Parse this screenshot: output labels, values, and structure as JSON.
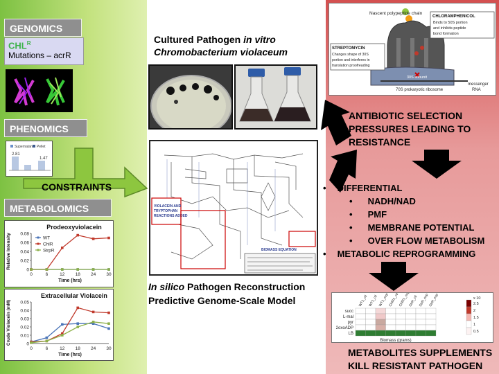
{
  "left": {
    "genomics_label": "GENOMICS",
    "chl_main": "CHL",
    "chl_sup": "R",
    "mutations": "Mutations – acrR",
    "phenomics_label": "PHENOMICS",
    "pheno_legend": [
      "Supernatant",
      "Pellet"
    ],
    "pheno_values": [
      "2.81",
      "1.47"
    ],
    "metabolomics_label": "METABOLOMICS",
    "constraints_label": "CONSTRAINTS"
  },
  "center": {
    "cultured_line1_a": "Cultured Pathogen ",
    "cultured_line1_b": "in vitro",
    "cultured_line2": "Chromobacterium violaceum",
    "network_label1": "VIOLACEIN AND TRYPTOPHAN REACTIONS ADDED",
    "network_label2": "BIOMASS EQUATION",
    "insilico_a": "In silico",
    "insilico_b": " Pathogen Reconstruction",
    "predictive": "Predictive Genome-Scale Model"
  },
  "ribosome": {
    "nascent": "Nascent polypeptide chain",
    "chloramphenicol_title": "CHLORAMPHENICOL",
    "chloramphenicol_text": "Binds to 50S portion and inhibits peptide bond formation",
    "streptomycin_title": "STREPTOMYCIN",
    "streptomycin_text": "Changes shape of 30S portion and interferes in translation proofreading",
    "subunit_30s": "30S subunit",
    "ribosome_70s": "70S prokaryotic ribosome",
    "mrna": "messenger RNA"
  },
  "right": {
    "antibiotic_title": [
      "ANTIBIOTIC SELECTION",
      "PRESSURES LEADING TO",
      "RESISTANCE"
    ],
    "differential": "DIFFERENTIAL",
    "diff_items": [
      "NADH/NAD",
      "PMF",
      "MEMBRANE POTENTIAL",
      "OVER FLOW METABOLISM"
    ],
    "metabolic_reprogramming": "METABOLIC REPROGRAMMING",
    "metabolites": [
      "METABOLITES SUPPLEMENTS",
      "KILL RESISTANT PATHOGEN"
    ],
    "bullet": "•",
    "sub_bullet": "•"
  },
  "heatmap": {
    "rows": [
      "succ",
      "L-mal",
      "pyr",
      "2oxoADP",
      "LB"
    ],
    "cols": [
      "WT1_ctl",
      "WT1_ctl",
      "WT1_exp",
      "ChlR1_ctl",
      "ChlR1_exp",
      "StrR_ctl",
      "StrR_exp",
      "StrR_exp"
    ],
    "xlabel": "Biomass (grams)",
    "scale_exp": "x 10",
    "scale_ticks": [
      "2.5",
      "2",
      "1.5",
      "1",
      "0.5"
    ]
  },
  "chart_data": [
    {
      "type": "line",
      "title": "Prodeoxyviolacein",
      "ylabel": "Relative Intensity",
      "xlabel": "Time (hrs)",
      "x": [
        0,
        6,
        12,
        18,
        24,
        30
      ],
      "xticks": [
        "0",
        "6",
        "12",
        "18",
        "24",
        "30"
      ],
      "yticks": [
        "0",
        "0.02",
        "0.04",
        "0.06",
        "0.08"
      ],
      "ylim": [
        0,
        0.08
      ],
      "series": [
        {
          "name": "WT",
          "color": "#4a74b8",
          "values": [
            0,
            0,
            0,
            0,
            0,
            0
          ]
        },
        {
          "name": "ChlR",
          "color": "#c0392b",
          "values": [
            0,
            0,
            0.048,
            0.076,
            0.068,
            0.07
          ]
        },
        {
          "name": "StrpR",
          "color": "#8db04a",
          "values": [
            0,
            0,
            0,
            0,
            0,
            0
          ]
        }
      ]
    },
    {
      "type": "line",
      "title": "Extracellular Violacein",
      "ylabel": "Crude Violacein (mM)",
      "xlabel": "Time (hrs)",
      "x": [
        0,
        6,
        12,
        18,
        24,
        30
      ],
      "xticks": [
        "0",
        "6",
        "12",
        "18",
        "24",
        "30"
      ],
      "yticks": [
        "0",
        "0.01",
        "0.02",
        "0.03",
        "0.04",
        "0.05"
      ],
      "ylim": [
        0,
        0.05
      ],
      "series": [
        {
          "name": "WT",
          "color": "#4a74b8",
          "values": [
            0.002,
            0.007,
            0.023,
            0.024,
            0.024,
            0.018
          ]
        },
        {
          "name": "ChlR",
          "color": "#c0392b",
          "values": [
            0.002,
            0.003,
            0.012,
            0.043,
            0.038,
            0.037
          ]
        },
        {
          "name": "StrpR",
          "color": "#8db04a",
          "values": [
            0.001,
            0.003,
            0.01,
            0.02,
            0.026,
            0.024
          ]
        }
      ]
    }
  ]
}
